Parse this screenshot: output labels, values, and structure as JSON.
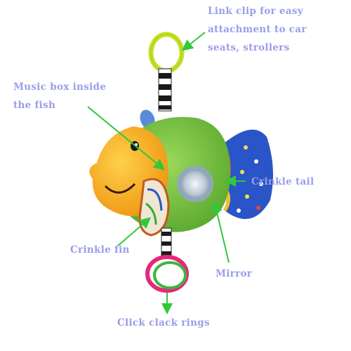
{
  "colors": {
    "label_text": "#9a9de8",
    "arrow": "#2fc93a",
    "fish_body": "#7cc63e",
    "fish_head": "#f8a820",
    "tail": "#2a55c8",
    "link_clip": "#c8e02a",
    "rings": "#e6287a"
  },
  "labels": {
    "link_clip": [
      "Link clip for easy",
      "attachment to car",
      "seats, strollers"
    ],
    "music_box": [
      "Music box inside",
      "the fish"
    ],
    "crinkle_tail": [
      "Crinkle tail"
    ],
    "crinkle_fin": [
      "Crinkle fin"
    ],
    "mirror": [
      "Mirror"
    ],
    "click_clack_rings": [
      "Click clack rings"
    ]
  }
}
